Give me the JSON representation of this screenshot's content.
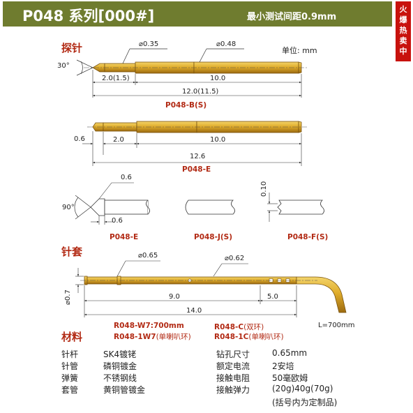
{
  "header": {
    "title": "P048 系列[000#]",
    "spacing": "最小测试间距0.9mm"
  },
  "badge": [
    "火",
    "爆",
    "热",
    "卖",
    "中"
  ],
  "sections": {
    "probe": "探针",
    "tube": "针套",
    "material": "材料"
  },
  "unit": "单位:  mm",
  "probe_b": {
    "angle": "30°",
    "dia1": "⌀0.35",
    "dia2": "⌀0.48",
    "d1": "2.0(1.5)",
    "d2": "10.0",
    "d3": "12.0(11.5)",
    "name": "P048-B(S)"
  },
  "probe_e": {
    "d0": "0.6",
    "d1": "2.0",
    "d2": "10.0",
    "d3": "12.6",
    "name": "P048-E"
  },
  "tips": {
    "e_top": "0.6",
    "e_angle": "90°",
    "e_bottom": "0.6",
    "e_name": "P048-E",
    "j_name": "P048-J(S)",
    "f_dim": "0.10",
    "f_name": "P048-F(S)"
  },
  "tube": {
    "dia1": "⌀0.65",
    "dia2": "⌀0.62",
    "dia3": "⌀0.7",
    "d1": "9.0",
    "d2": "5.0",
    "d3": "14.0",
    "length": "L=700mm"
  },
  "models": {
    "a1": "R048-W7:700mm",
    "a2": "R048-1W7",
    "a2s": "(单喇叭环)",
    "b1": "R048-C",
    "b1s": "(双环)",
    "b2": "R048-1C",
    "b2s": "(单喇叭环)"
  },
  "specs": [
    {
      "k": "针杆",
      "v": "SK4镀铑"
    },
    {
      "k": "针管",
      "v": "磷铜镀金"
    },
    {
      "k": "弹簧",
      "v": "不锈钢线"
    },
    {
      "k": "套管",
      "v": "黄铜管镀金"
    }
  ],
  "specs2": [
    {
      "k": "钻孔尺寸",
      "v": "0.65mm"
    },
    {
      "k": "额定电流",
      "v": "2安培"
    },
    {
      "k": "接触电阻",
      "v": "50毫欧姆"
    },
    {
      "k": "接触弹力",
      "v": "(20g)40g(70g)"
    }
  ],
  "note": "(括号内为定制品)",
  "colors": {
    "header": "#6f7c2f",
    "gold": "#d9a526",
    "red": "#b22a14",
    "badge": "#c8120d"
  }
}
